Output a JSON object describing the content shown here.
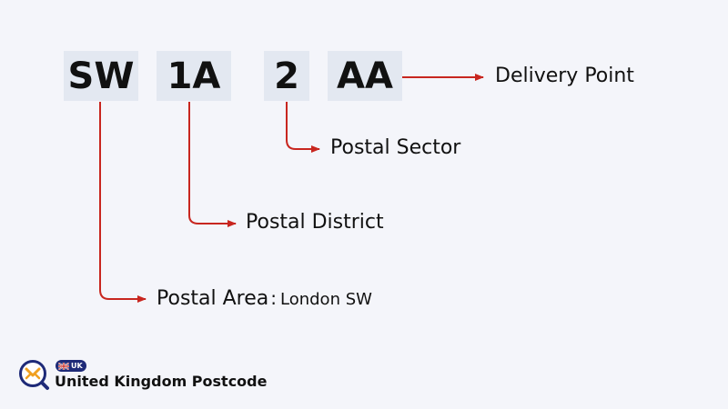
{
  "postcode": {
    "area": "SW",
    "district": "1A",
    "sector": "2",
    "unit": "AA"
  },
  "labels": {
    "delivery_point": "Delivery Point",
    "postal_sector": "Postal Sector",
    "postal_district": "Postal District",
    "postal_area": "Postal Area",
    "colon": ":",
    "area_value": "London SW"
  },
  "brand": {
    "name": "United Kingdom Postcode",
    "badge": "UK",
    "logo_icon": "envelope-magnifier-icon",
    "flag_icon": "uk-flag-icon"
  },
  "colors": {
    "connector": "#c8261f",
    "box_background": "#e3e8f1",
    "page_background": "#f4f5fa",
    "logo_navy": "#1e2a78",
    "logo_orange": "#f0a020"
  }
}
